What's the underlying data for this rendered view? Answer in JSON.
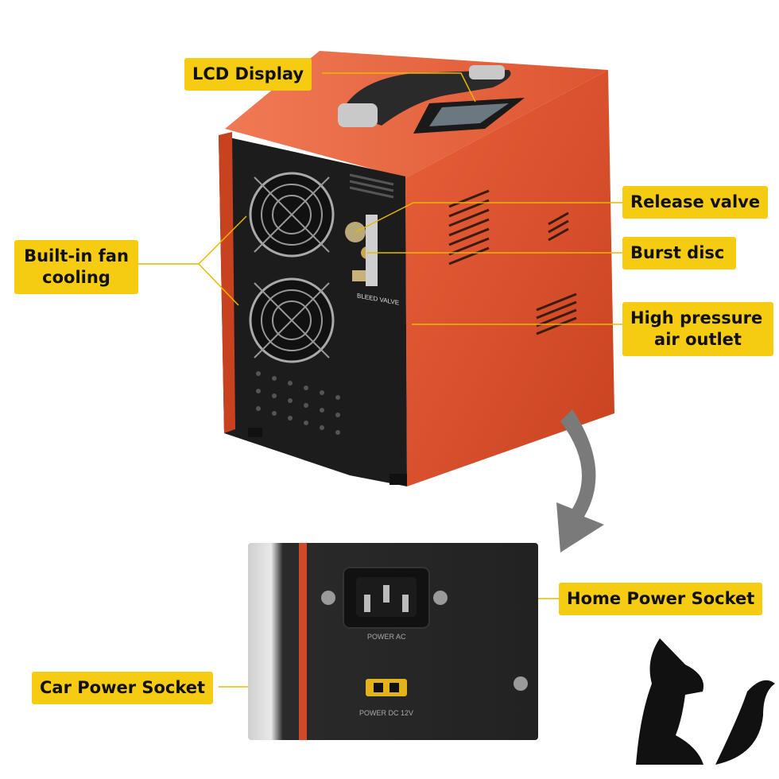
{
  "callouts": {
    "lcd_display": "LCD Display",
    "release_valve": "Release valve",
    "burst_disc": "Burst disc",
    "high_pressure_line1": "High pressure",
    "high_pressure_line2": "air outlet",
    "fan_line1": "Built-in fan",
    "fan_line2": "cooling",
    "home_power": "Home Power Socket",
    "car_power": "Car Power Socket"
  },
  "device_labels": {
    "bleed_valve": "BLEED VALVE",
    "power_ac": "POWER AC",
    "power_dc": "POWER DC 12V"
  },
  "colors": {
    "callout_bg": "#f6cc12",
    "case_orange": "#e0532c",
    "panel_black": "#1c1c1c",
    "arrow_gray": "#7a7a7a"
  }
}
